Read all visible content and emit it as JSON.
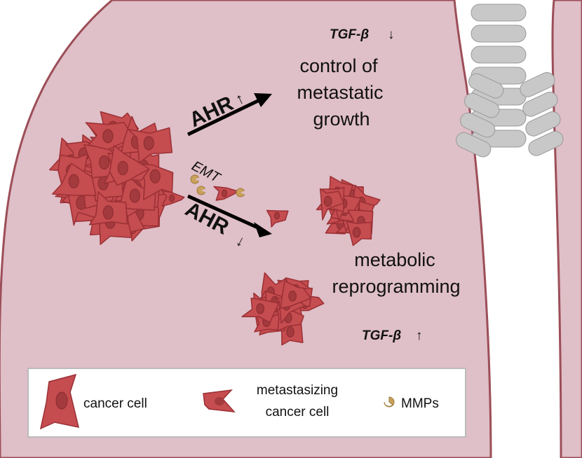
{
  "labels": {
    "tgf_top": "TGF-β",
    "tgf_top_arrow": "↓",
    "control_line1": "control of",
    "control_line2": "metastatic",
    "control_line3": "growth",
    "ahr_up": "AHR",
    "ahr_up_arrow": "↑",
    "ahr_down": "AHR",
    "ahr_down_arrow": "↓",
    "emt": "EMT",
    "metabolic_line1": "metabolic",
    "metabolic_line2": "reprogramming",
    "tgf_bottom": "TGF-β",
    "tgf_bottom_arrow": "↑"
  },
  "legend": {
    "cancer_cell": "cancer cell",
    "metastasizing_line1": "metastasizing",
    "metastasizing_line2": "cancer cell",
    "mmps": "MMPs"
  },
  "colors": {
    "lung": "#dfbfc8",
    "lung_outline": "#9c4e58",
    "cell": "#c54c4f",
    "cell_outline": "#9a3035",
    "nucleus": "#a33a3e",
    "mmp": "#c9a15a",
    "trachea": "#c8c8c8"
  }
}
